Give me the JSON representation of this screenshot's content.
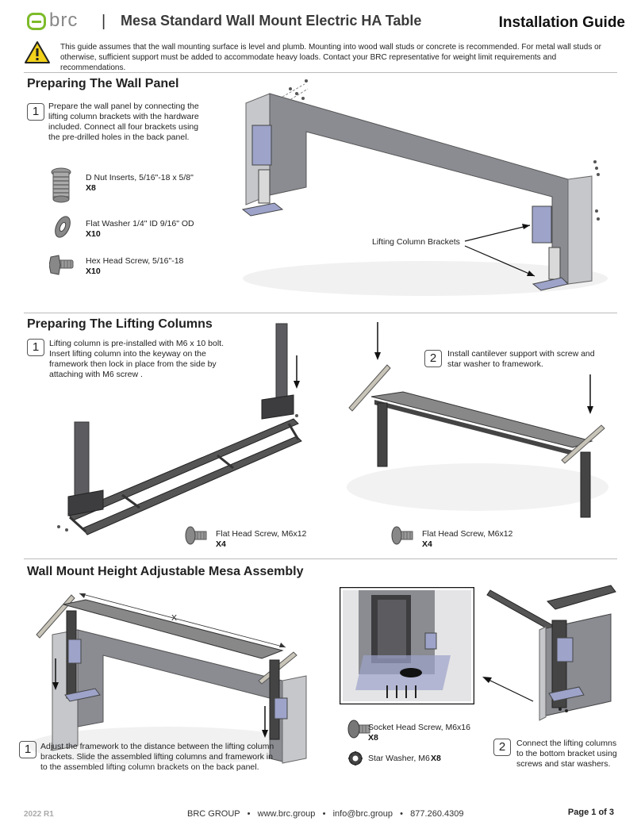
{
  "header": {
    "logo_text": "brc",
    "separator": "|",
    "title": "Mesa Standard Wall Mount Electric HA Table",
    "guide": "Installation Guide"
  },
  "warning": {
    "text": "This guide assumes that the wall mounting surface is level and plumb. Mounting into wood wall studs or concrete is recommended. For metal wall studs or otherwise, sufficient support must be added to accommodate heavy loads. Contact your BRC representative for weight limit requirements and recommendations."
  },
  "sec1": {
    "title": "Preparing The Wall Panel",
    "step_num": "1",
    "step_text": "Prepare the wall panel by connecting the lifting column brackets with the hardware included. Connect all four brackets using the pre-drilled holes in the back panel.",
    "parts": [
      {
        "name": "D Nut Inserts, 5/16\"-18 x 5/8\"",
        "qty": "X8"
      },
      {
        "name": "Flat Washer 1/4\" ID 9/16\" OD",
        "qty": "X10"
      },
      {
        "name": "Hex Head Screw, 5/16\"-18",
        "qty": "X10"
      }
    ],
    "callout": "Lifting Column Brackets"
  },
  "sec2": {
    "title": "Preparing The Lifting Columns",
    "step1_num": "1",
    "step1_text": "Lifting column is pre-installed with M6 x 10 bolt. Insert lifting column into the keyway on the framework then lock in place from the side by attaching with M6 screw .",
    "step2_num": "2",
    "step2_text": "Install cantilever support with screw and star washer to framework.",
    "part1_name": "Flat Head Screw, M6x12",
    "part1_qty": "X4",
    "part2_name": "Flat Head Screw, M6x12",
    "part2_qty": "X4"
  },
  "sec3": {
    "title": "Wall Mount Height Adjustable Mesa Assembly",
    "dim_label": "X",
    "step1_num": "1",
    "step1_text": "Adjust the framework to the distance between the lifting column brackets. Slide the assembled lifting columns and framework in to the assembled lifting column brackets on the back panel.",
    "part1_name": "Socket Head Screw, M6x16",
    "part1_qty": "X8",
    "part2_name": "Star Washer, M6",
    "part2_qty": "X8",
    "step2_num": "2",
    "step2_text": "Connect the lifting columns to the bottom bracket using screws and star washers."
  },
  "footer": {
    "year": "2022 R1",
    "company": "BRC GROUP",
    "dot": "•",
    "website": "www.brc.group",
    "email": "info@brc.group",
    "phone": "877.260.4309",
    "page": "Page 1 of 3"
  },
  "colors": {
    "brand_green": "#7dbb2a",
    "warning_yellow": "#f2d21b",
    "panel_gray": "#8a8c92"
  }
}
